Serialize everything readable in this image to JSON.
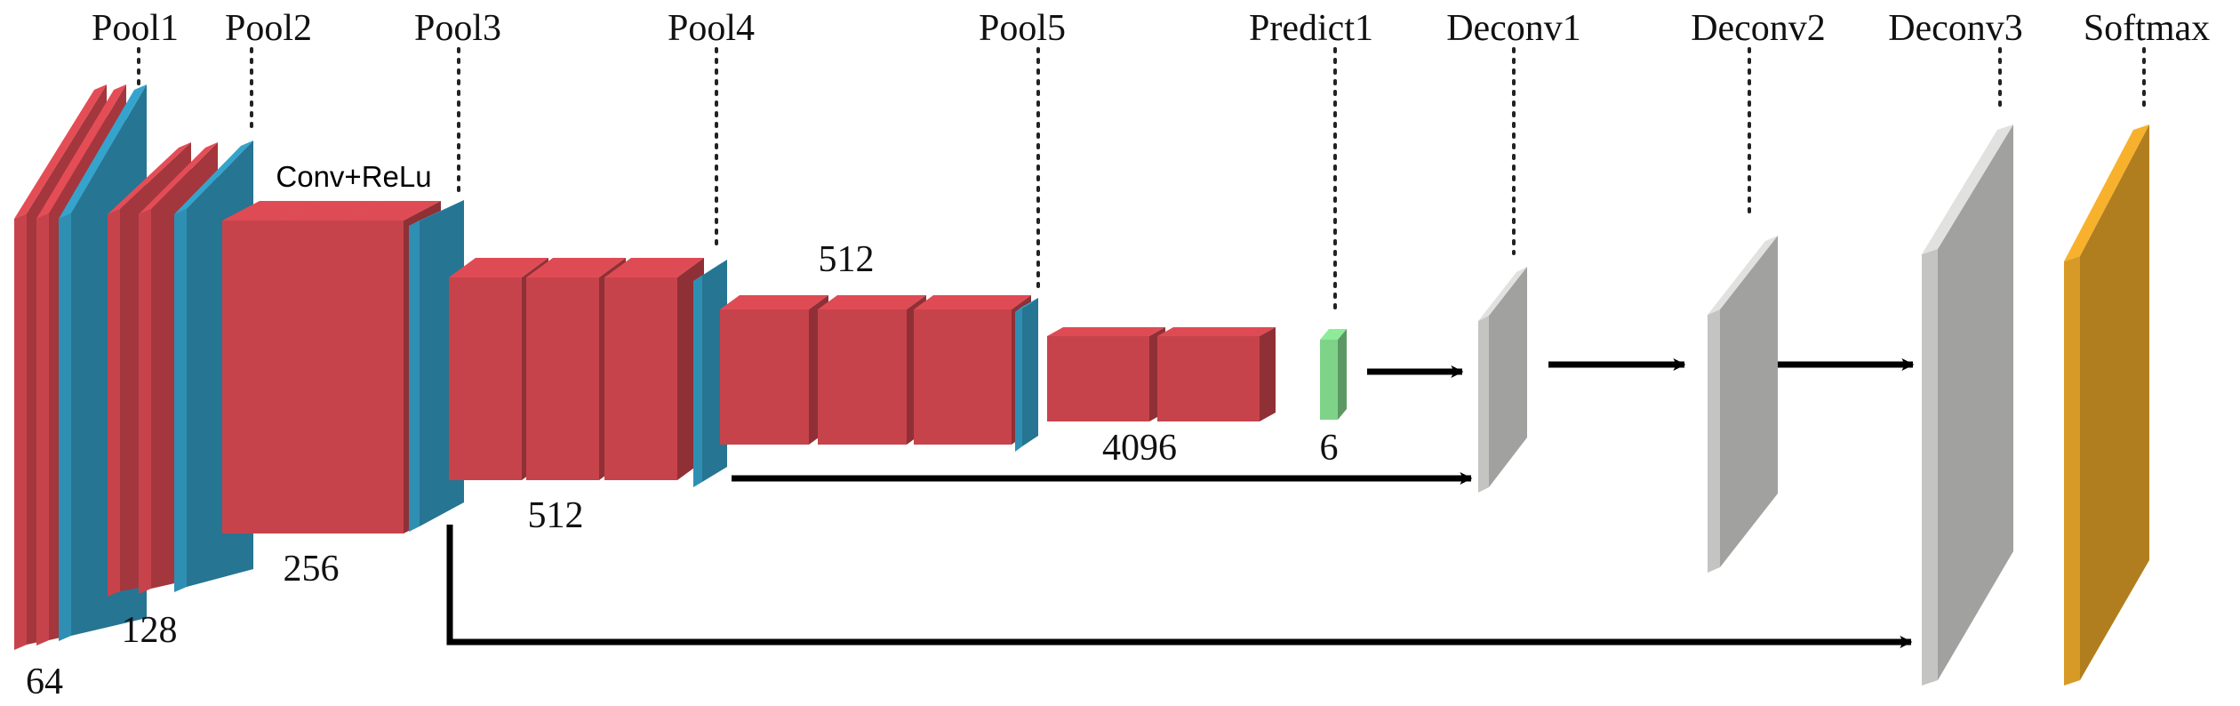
{
  "colors": {
    "conv": "#c7434b",
    "pool": "#2e8fb2",
    "predict": "#7fd389",
    "deconv": "#c4c4c2",
    "softmax": "#d89a26",
    "arrow": "#000000",
    "text": "#111111"
  },
  "labels": {
    "pool1": "Pool1",
    "pool2": "Pool2",
    "pool3": "Pool3",
    "pool4": "Pool4",
    "pool5": "Pool5",
    "predict1": "Predict1",
    "deconv1": "Deconv1",
    "deconv2": "Deconv2",
    "deconv3": "Deconv3",
    "softmax": "Softmax",
    "conv_relu": "Conv+ReLu"
  },
  "channels": {
    "block1": "64",
    "block2": "128",
    "block3": "256",
    "block4": "512",
    "block5": "512",
    "fc": "4096",
    "predict": "6"
  }
}
